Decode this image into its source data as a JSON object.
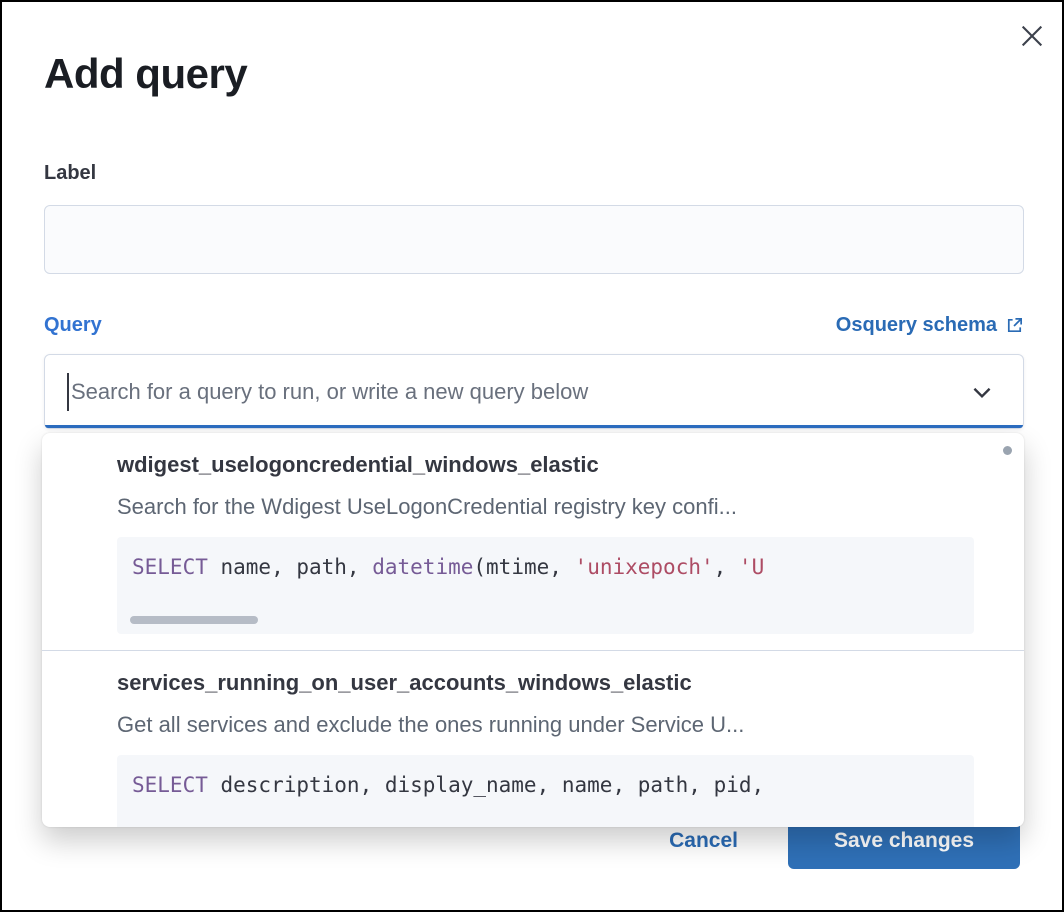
{
  "modal": {
    "title": "Add query"
  },
  "form": {
    "label_field": {
      "label": "Label",
      "value": ""
    },
    "query_field": {
      "label": "Query",
      "schema_link_text": "Osquery schema",
      "value": "",
      "placeholder": "Search for a query to run, or write a new query below"
    }
  },
  "dropdown": {
    "options": [
      {
        "title": "wdigest_uselogoncredential_windows_elastic",
        "description": "Search for the Wdigest UseLogonCredential registry key confi...",
        "sql_tokens": [
          {
            "t": "SELECT",
            "c": "keyword"
          },
          {
            "t": " name, path, ",
            "c": "plain"
          },
          {
            "t": "datetime",
            "c": "keyword"
          },
          {
            "t": "(mtime, ",
            "c": "plain"
          },
          {
            "t": "'unixepoch'",
            "c": "string"
          },
          {
            "t": ", ",
            "c": "plain"
          },
          {
            "t": "'U",
            "c": "string"
          }
        ],
        "has_hscrollbar": true
      },
      {
        "title": "services_running_on_user_accounts_windows_elastic",
        "description": "Get all services and exclude the ones running under Service U...",
        "sql_tokens": [
          {
            "t": "SELECT",
            "c": "keyword"
          },
          {
            "t": " description, display_name, name, path, pid,",
            "c": "plain"
          }
        ],
        "has_hscrollbar": false
      }
    ]
  },
  "footer": {
    "cancel_label": "Cancel",
    "save_label": "Save changes"
  },
  "colors": {
    "link": "#2a6bb5",
    "label-blue": "#3273d1",
    "focus-blue": "#2b6cc0",
    "btn-blue": "#2f70b7",
    "kw": "#765b96",
    "str": "#ad4c64",
    "code-bg": "#f5f7fa"
  }
}
